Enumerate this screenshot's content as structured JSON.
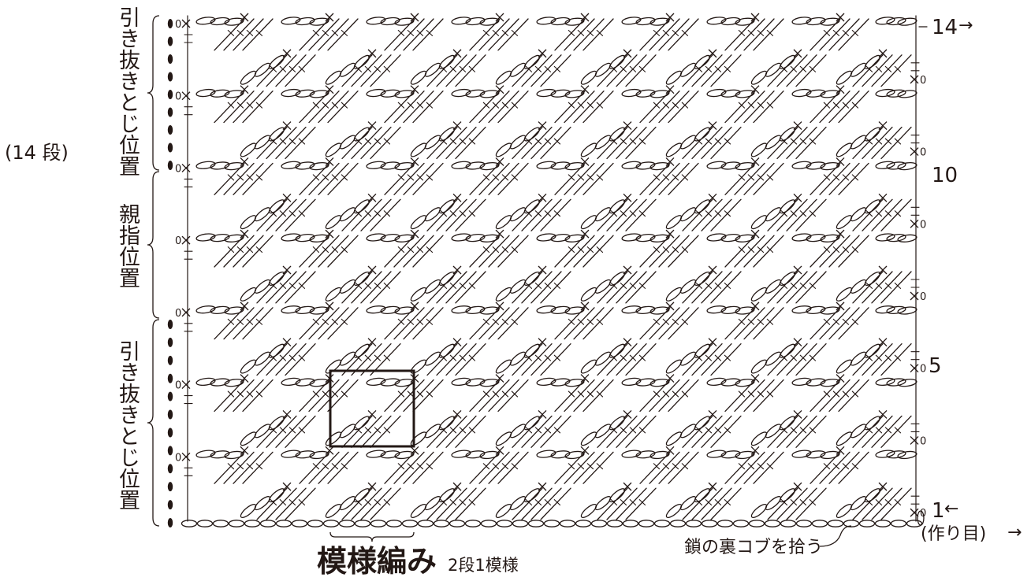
{
  "rows_label": "(14 段)",
  "left_labels": {
    "top": "引き抜きとじ位置",
    "middle": "親指位置",
    "bottom": "引き抜きとじ位置"
  },
  "row_numbers": {
    "r14": "14",
    "r10": "10",
    "r5": "5",
    "r1": "1"
  },
  "arrows": {
    "r14": "→",
    "r1": "←",
    "foundation": "→"
  },
  "foundation_label": "(作り目)",
  "pickup_note": "鎖の裏コブを拾う",
  "pattern_title": "模様編み",
  "pattern_subtitle": "2段1模様",
  "symbols": {
    "single_crochet": "×",
    "chain_zero": "0"
  },
  "colors": {
    "ink": "#231815",
    "background": "#ffffff"
  }
}
